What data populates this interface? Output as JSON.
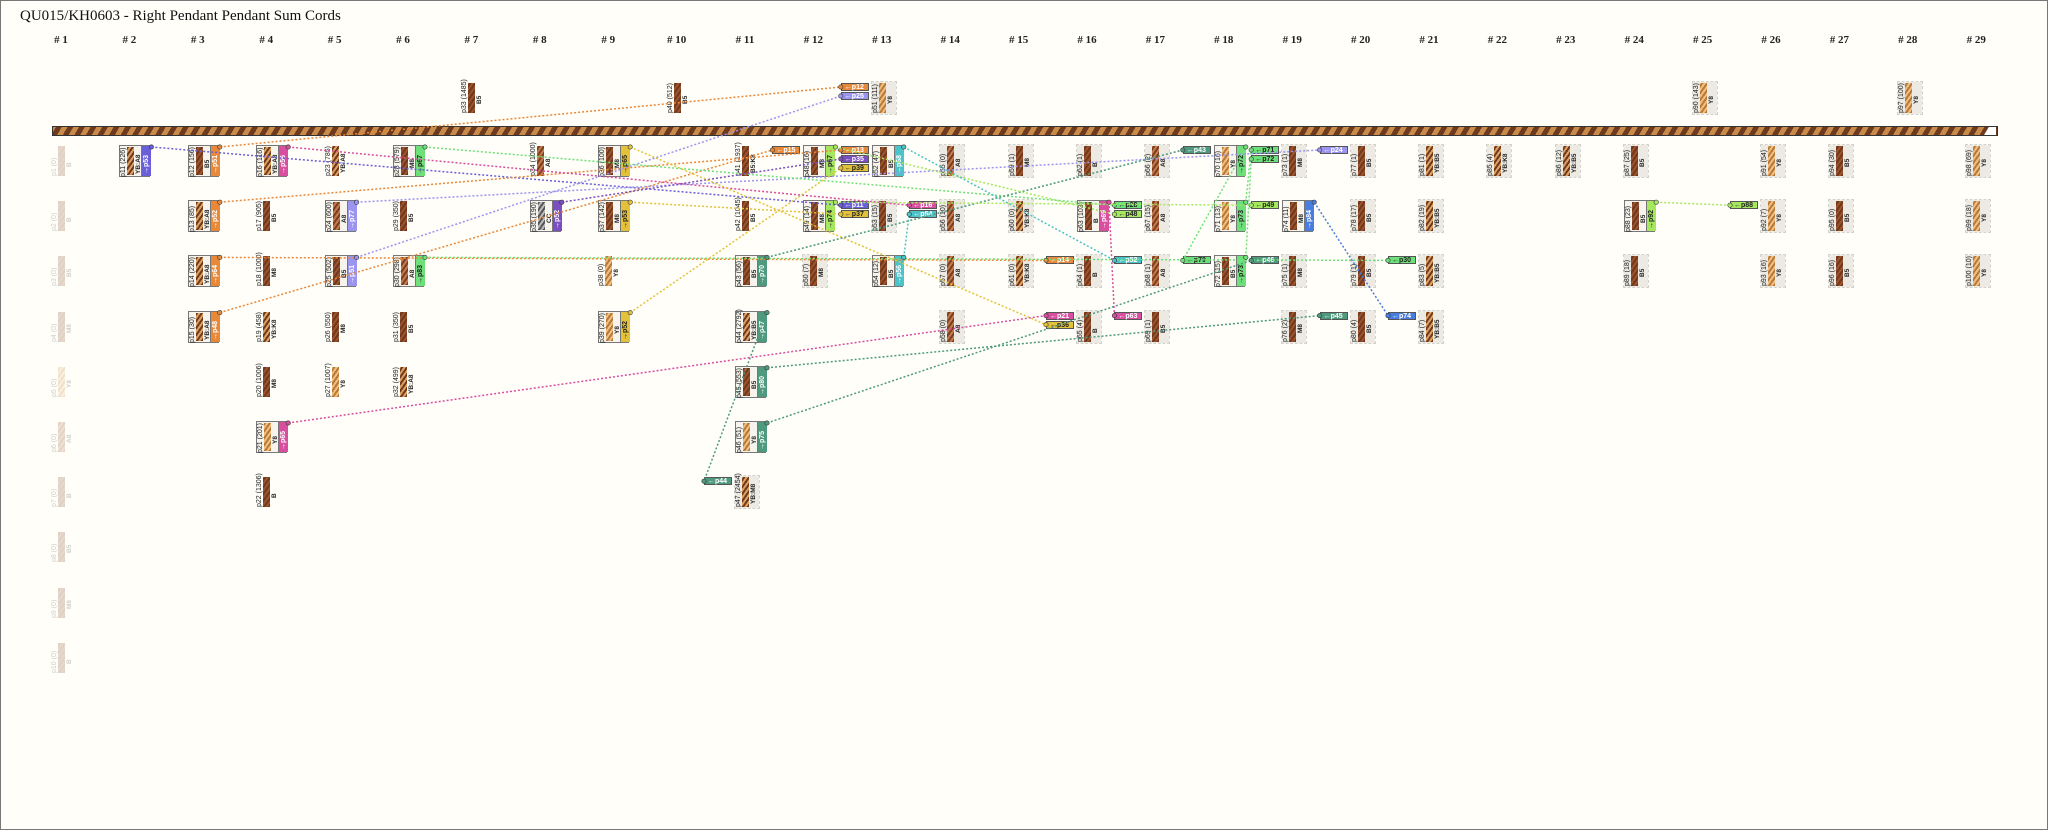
{
  "title": "QU015/KH0603 - Right Pendant Pendant Sum Cords",
  "columns": [
    "# 1",
    "# 2",
    "# 3",
    "# 4",
    "# 5",
    "# 6",
    "# 7",
    "# 8",
    "# 9",
    "# 10",
    "# 11",
    "# 12",
    "# 13",
    "# 14",
    "# 15",
    "# 16",
    "# 17",
    "# 18",
    "# 19",
    "# 20",
    "# 21",
    "# 22",
    "# 23",
    "# 24",
    "# 25",
    "# 26",
    "# 27",
    "# 28",
    "# 29"
  ],
  "cords": [
    {
      "id": "p1",
      "v": 0,
      "code": "B",
      "col": 1,
      "row": 1,
      "ghost": true
    },
    {
      "id": "p2",
      "v": 0,
      "code": "B",
      "col": 1,
      "row": 2,
      "ghost": true
    },
    {
      "id": "p3",
      "v": 0,
      "code": "B5",
      "col": 1,
      "row": 3,
      "ghost": true
    },
    {
      "id": "p4",
      "v": 0,
      "code": "M8",
      "col": 1,
      "row": 4,
      "ghost": true
    },
    {
      "id": "p5",
      "v": 0,
      "code": "Y8",
      "col": 1,
      "row": 5,
      "ghost": true
    },
    {
      "id": "p6",
      "v": 0,
      "code": "A8",
      "col": 1,
      "row": 6,
      "ghost": true
    },
    {
      "id": "p7",
      "v": 0,
      "code": "B",
      "col": 1,
      "row": 7,
      "ghost": true
    },
    {
      "id": "p8",
      "v": 0,
      "code": "B5",
      "col": 1,
      "row": 8,
      "ghost": true
    },
    {
      "id": "p9",
      "v": 0,
      "code": "M8",
      "col": 1,
      "row": 9,
      "ghost": true
    },
    {
      "id": "p10",
      "v": 0,
      "code": "B",
      "col": 1,
      "row": 10,
      "ghost": true
    },
    {
      "id": "p11",
      "v": 226,
      "code": "YB:A8",
      "col": 2,
      "row": 1,
      "sum": {
        "to": "p53",
        "color": "#6a5fd8"
      }
    },
    {
      "id": "p12",
      "v": 156,
      "code": "B5",
      "col": 3,
      "row": 1,
      "sum": {
        "to": "p51",
        "color": "#e8893a"
      }
    },
    {
      "id": "p13",
      "v": 85,
      "code": "YB:A8",
      "col": 3,
      "row": 2,
      "sum": {
        "to": "p52",
        "color": "#e8893a"
      }
    },
    {
      "id": "p14",
      "v": 220,
      "code": "YB:A8",
      "col": 3,
      "row": 3,
      "sum": {
        "to": "p64",
        "color": "#e8893a"
      }
    },
    {
      "id": "p15",
      "v": 30,
      "code": "YB:A8",
      "col": 3,
      "row": 4,
      "sum": {
        "to": "p48",
        "color": "#e8893a"
      }
    },
    {
      "id": "p16",
      "v": 116,
      "code": "YB:A8",
      "col": 4,
      "row": 1,
      "sum": {
        "to": "p56",
        "color": "#d94fa0"
      }
    },
    {
      "id": "p17",
      "v": 905,
      "code": "B5",
      "col": 4,
      "row": 2
    },
    {
      "id": "p18",
      "v": 1000,
      "code": "M8",
      "col": 4,
      "row": 3
    },
    {
      "id": "p19",
      "v": 458,
      "code": "YB:K8",
      "col": 4,
      "row": 4
    },
    {
      "id": "p20",
      "v": 1006,
      "code": "M8",
      "col": 4,
      "row": 5
    },
    {
      "id": "p21",
      "v": 201,
      "code": "Y8",
      "col": 4,
      "row": 6,
      "sum": {
        "to": "p65",
        "color": "#d94fa0"
      }
    },
    {
      "id": "p22",
      "v": 1306,
      "code": "B",
      "col": 4,
      "row": 7
    },
    {
      "id": "p23",
      "v": 785,
      "code": "YB:A8",
      "col": 5,
      "row": 1
    },
    {
      "id": "p24",
      "v": 600,
      "code": "A8",
      "col": 5,
      "row": 2,
      "sum": {
        "to": "p77",
        "color": "#9b95f0"
      }
    },
    {
      "id": "p25",
      "v": 502,
      "code": "B5",
      "col": 5,
      "row": 3,
      "sum": {
        "to": "p51",
        "color": "#9b95f0"
      }
    },
    {
      "id": "p26",
      "v": 550,
      "code": "M8",
      "col": 5,
      "row": 4
    },
    {
      "id": "p27",
      "v": 1007,
      "code": "Y8",
      "col": 5,
      "row": 5
    },
    {
      "id": "p28",
      "v": 579,
      "code": "M8",
      "col": 6,
      "row": 1,
      "sum": {
        "to": "p67",
        "color": "#6ee07a"
      }
    },
    {
      "id": "p29",
      "v": 350,
      "code": "B5",
      "col": 6,
      "row": 2
    },
    {
      "id": "p30",
      "v": 298,
      "code": "A8",
      "col": 6,
      "row": 3,
      "sum": {
        "to": "p83",
        "color": "#6ee07a"
      }
    },
    {
      "id": "p31",
      "v": 350,
      "code": "B5",
      "col": 6,
      "row": 4
    },
    {
      "id": "p32",
      "v": 499,
      "code": "YB:A8",
      "col": 6,
      "row": 5
    },
    {
      "id": "p33",
      "v": 1485,
      "code": "B5",
      "col": 7,
      "row": 0
    },
    {
      "id": "p34",
      "v": 1000,
      "code": "A8",
      "col": 8,
      "row": 1
    },
    {
      "id": "p35",
      "v": 190,
      "code": "CC",
      "col": 8,
      "row": 2,
      "sum": {
        "to": "p52",
        "color": "#7b4fc0"
      }
    },
    {
      "id": "p36",
      "v": 100,
      "code": "M8",
      "col": 9,
      "row": 1,
      "sum": {
        "to": "p65",
        "color": "#e3c23a"
      }
    },
    {
      "id": "p37",
      "v": 142,
      "code": "M8",
      "col": 9,
      "row": 2,
      "sum": {
        "to": "p53",
        "color": "#e3c23a"
      }
    },
    {
      "id": "p38",
      "v": 0,
      "code": "Y8",
      "col": 9,
      "row": 3
    },
    {
      "id": "p39",
      "v": 270,
      "code": "Y8",
      "col": 9,
      "row": 4,
      "sum": {
        "to": "p52",
        "color": "#e3c23a"
      }
    },
    {
      "id": "p40",
      "v": 512,
      "code": "B5",
      "col": 10,
      "row": 0
    },
    {
      "id": "p41",
      "v": 1937,
      "code": "B5:K8",
      "col": 11,
      "row": 1
    },
    {
      "id": "p42",
      "v": 1045,
      "code": "B5",
      "col": 11,
      "row": 2
    },
    {
      "id": "p43",
      "v": 56,
      "code": "B5",
      "col": 11,
      "row": 3,
      "sum": {
        "to": "p70",
        "color": "#4f9a7e"
      }
    },
    {
      "id": "p44",
      "v": 2792,
      "code": "YB:B5",
      "col": 11,
      "row": 4,
      "sum": {
        "to": "p47",
        "color": "#4f9a7e"
      }
    },
    {
      "id": "p45",
      "v": 553,
      "code": "B5",
      "col": 11,
      "row": 5,
      "sum": {
        "to": "p80",
        "color": "#4f9a7e"
      }
    },
    {
      "id": "p46",
      "v": 51,
      "code": "Y8",
      "col": 11,
      "row": 6,
      "sum": {
        "to": "p75",
        "color": "#4f9a7e"
      }
    },
    {
      "id": "p47",
      "v": 2454,
      "code": "YB:M8",
      "col": 11,
      "row": 7,
      "bg": true
    },
    {
      "id": "p48",
      "v": 16,
      "code": "M8",
      "col": 12,
      "row": 1,
      "sum": {
        "to": "p67",
        "color": "#a5e860"
      }
    },
    {
      "id": "p49",
      "v": 14,
      "code": "M8",
      "col": 12,
      "row": 2,
      "sum": {
        "to": "p74",
        "color": "#a5e860"
      }
    },
    {
      "id": "p50",
      "v": 7,
      "code": "M8",
      "col": 12,
      "row": 3,
      "bg": true
    },
    {
      "id": "p51",
      "v": 111,
      "code": "Y8",
      "col": 13,
      "row": 0,
      "bg": true
    },
    {
      "id": "p52",
      "v": 47,
      "code": "B5",
      "col": 13,
      "row": 1,
      "sum": {
        "to": "p68",
        "color": "#4cc3c8"
      }
    },
    {
      "id": "p53",
      "v": 15,
      "code": "B5",
      "col": 13,
      "row": 2,
      "bg": true
    },
    {
      "id": "p54",
      "v": 12,
      "code": "B5",
      "col": 13,
      "row": 3,
      "sum": {
        "to": "p56",
        "color": "#4cc3c8"
      }
    },
    {
      "id": "p55",
      "v": 0,
      "code": "A8",
      "col": 14,
      "row": 1,
      "bg": true
    },
    {
      "id": "p56",
      "v": 10,
      "code": "A8",
      "col": 14,
      "row": 2,
      "bg": true
    },
    {
      "id": "p57",
      "v": 0,
      "code": "A8",
      "col": 14,
      "row": 3,
      "bg": true
    },
    {
      "id": "p58",
      "v": 0,
      "code": "A8",
      "col": 14,
      "row": 4,
      "bg": true
    },
    {
      "id": "p59",
      "v": 1,
      "code": "M8",
      "col": 15,
      "row": 1,
      "bg": true
    },
    {
      "id": "p60",
      "v": 0,
      "code": "YB:K8",
      "col": 15,
      "row": 2,
      "bg": true
    },
    {
      "id": "p61",
      "v": 0,
      "code": "YB:K8",
      "col": 15,
      "row": 3,
      "bg": true
    },
    {
      "id": "p62",
      "v": 1,
      "code": "B",
      "col": 16,
      "row": 1,
      "bg": true
    },
    {
      "id": "p63",
      "v": 103,
      "code": "B",
      "col": 16,
      "row": 2,
      "sum": {
        "to": "p69",
        "color": "#d94fa0"
      }
    },
    {
      "id": "p64",
      "v": 1,
      "code": "B",
      "col": 16,
      "row": 3,
      "bg": true
    },
    {
      "id": "p65",
      "v": 4,
      "code": "B",
      "col": 16,
      "row": 4,
      "bg": true
    },
    {
      "id": "p66",
      "v": 2,
      "code": "A8",
      "col": 17,
      "row": 1,
      "bg": true
    },
    {
      "id": "p67",
      "v": 15,
      "code": "A8",
      "col": 17,
      "row": 2,
      "bg": true
    },
    {
      "id": "p68",
      "v": 1,
      "code": "A8",
      "col": 17,
      "row": 3,
      "bg": true
    },
    {
      "id": "p69",
      "v": 1,
      "code": "B5",
      "col": 17,
      "row": 4,
      "bg": true
    },
    {
      "id": "p70",
      "v": 16,
      "code": "Y8",
      "col": 18,
      "row": 1,
      "sum": {
        "to": "p72",
        "color": "#6ee07a"
      }
    },
    {
      "id": "p71",
      "v": 13,
      "code": "Y8",
      "col": 18,
      "row": 2,
      "sum": {
        "to": "p73",
        "color": "#6ee07a"
      }
    },
    {
      "id": "p72",
      "v": 15,
      "code": "B5",
      "col": 18,
      "row": 3,
      "sum": {
        "to": "p73",
        "color": "#6ee07a"
      }
    },
    {
      "id": "p73",
      "v": 1,
      "code": "M8",
      "col": 19,
      "row": 1,
      "bg": true
    },
    {
      "id": "p74",
      "v": 11,
      "code": "M8",
      "col": 19,
      "row": 2,
      "sum": {
        "to": "p84",
        "color": "#4a7de0"
      }
    },
    {
      "id": "p75",
      "v": 1,
      "code": "M8",
      "col": 19,
      "row": 3,
      "bg": true
    },
    {
      "id": "p76",
      "v": 2,
      "code": "M8",
      "col": 19,
      "row": 4,
      "bg": true
    },
    {
      "id": "p77",
      "v": 1,
      "code": "B5",
      "col": 20,
      "row": 1,
      "bg": true
    },
    {
      "id": "p78",
      "v": 17,
      "code": "B5",
      "col": 20,
      "row": 2,
      "bg": true
    },
    {
      "id": "p79",
      "v": 1,
      "code": "B5",
      "col": 20,
      "row": 3,
      "bg": true
    },
    {
      "id": "p80",
      "v": 4,
      "code": "B5",
      "col": 20,
      "row": 4,
      "bg": true
    },
    {
      "id": "p81",
      "v": 1,
      "code": "YB:B5",
      "col": 21,
      "row": 1,
      "bg": true
    },
    {
      "id": "p82",
      "v": 19,
      "code": "YB:B5",
      "col": 21,
      "row": 2,
      "bg": true
    },
    {
      "id": "p83",
      "v": 5,
      "code": "YB:B5",
      "col": 21,
      "row": 3,
      "bg": true
    },
    {
      "id": "p84",
      "v": 7,
      "code": "YB:B5",
      "col": 21,
      "row": 4,
      "bg": true
    },
    {
      "id": "p85",
      "v": 4,
      "code": "YB:K8",
      "col": 22,
      "row": 1,
      "bg": true
    },
    {
      "id": "p86",
      "v": 12,
      "code": "YB:B5",
      "col": 23,
      "row": 1,
      "bg": true
    },
    {
      "id": "p87",
      "v": 25,
      "code": "B5",
      "col": 24,
      "row": 1,
      "bg": true
    },
    {
      "id": "p88",
      "v": 23,
      "code": "B5",
      "col": 24,
      "row": 2,
      "sum": {
        "to": "p92",
        "color": "#a5e860"
      }
    },
    {
      "id": "p89",
      "v": 18,
      "code": "B5",
      "col": 24,
      "row": 3,
      "bg": true
    },
    {
      "id": "p90",
      "v": 143,
      "code": "Y8",
      "col": 25,
      "row": 0,
      "bg": true
    },
    {
      "id": "p91",
      "v": 54,
      "code": "Y8",
      "col": 26,
      "row": 1,
      "bg": true
    },
    {
      "id": "p92",
      "v": 7,
      "code": "Y8",
      "col": 26,
      "row": 2,
      "bg": true
    },
    {
      "id": "p93",
      "v": 16,
      "code": "Y8",
      "col": 26,
      "row": 3,
      "bg": true
    },
    {
      "id": "p94",
      "v": 30,
      "code": "B5",
      "col": 27,
      "row": 1,
      "bg": true
    },
    {
      "id": "p95",
      "v": 0,
      "code": "B5",
      "col": 27,
      "row": 2,
      "bg": true
    },
    {
      "id": "p96",
      "v": 16,
      "code": "B5",
      "col": 27,
      "row": 3,
      "bg": true
    },
    {
      "id": "p97",
      "v": 100,
      "code": "Y8",
      "col": 28,
      "row": 0,
      "bg": true
    },
    {
      "id": "p98",
      "v": 69,
      "code": "Y8",
      "col": 29,
      "row": 1,
      "bg": true
    },
    {
      "id": "p99",
      "v": 18,
      "code": "Y8",
      "col": 29,
      "row": 2,
      "bg": true
    },
    {
      "id": "p100",
      "v": 10,
      "code": "Y8",
      "col": 29,
      "row": 3,
      "bg": true
    }
  ]
}
